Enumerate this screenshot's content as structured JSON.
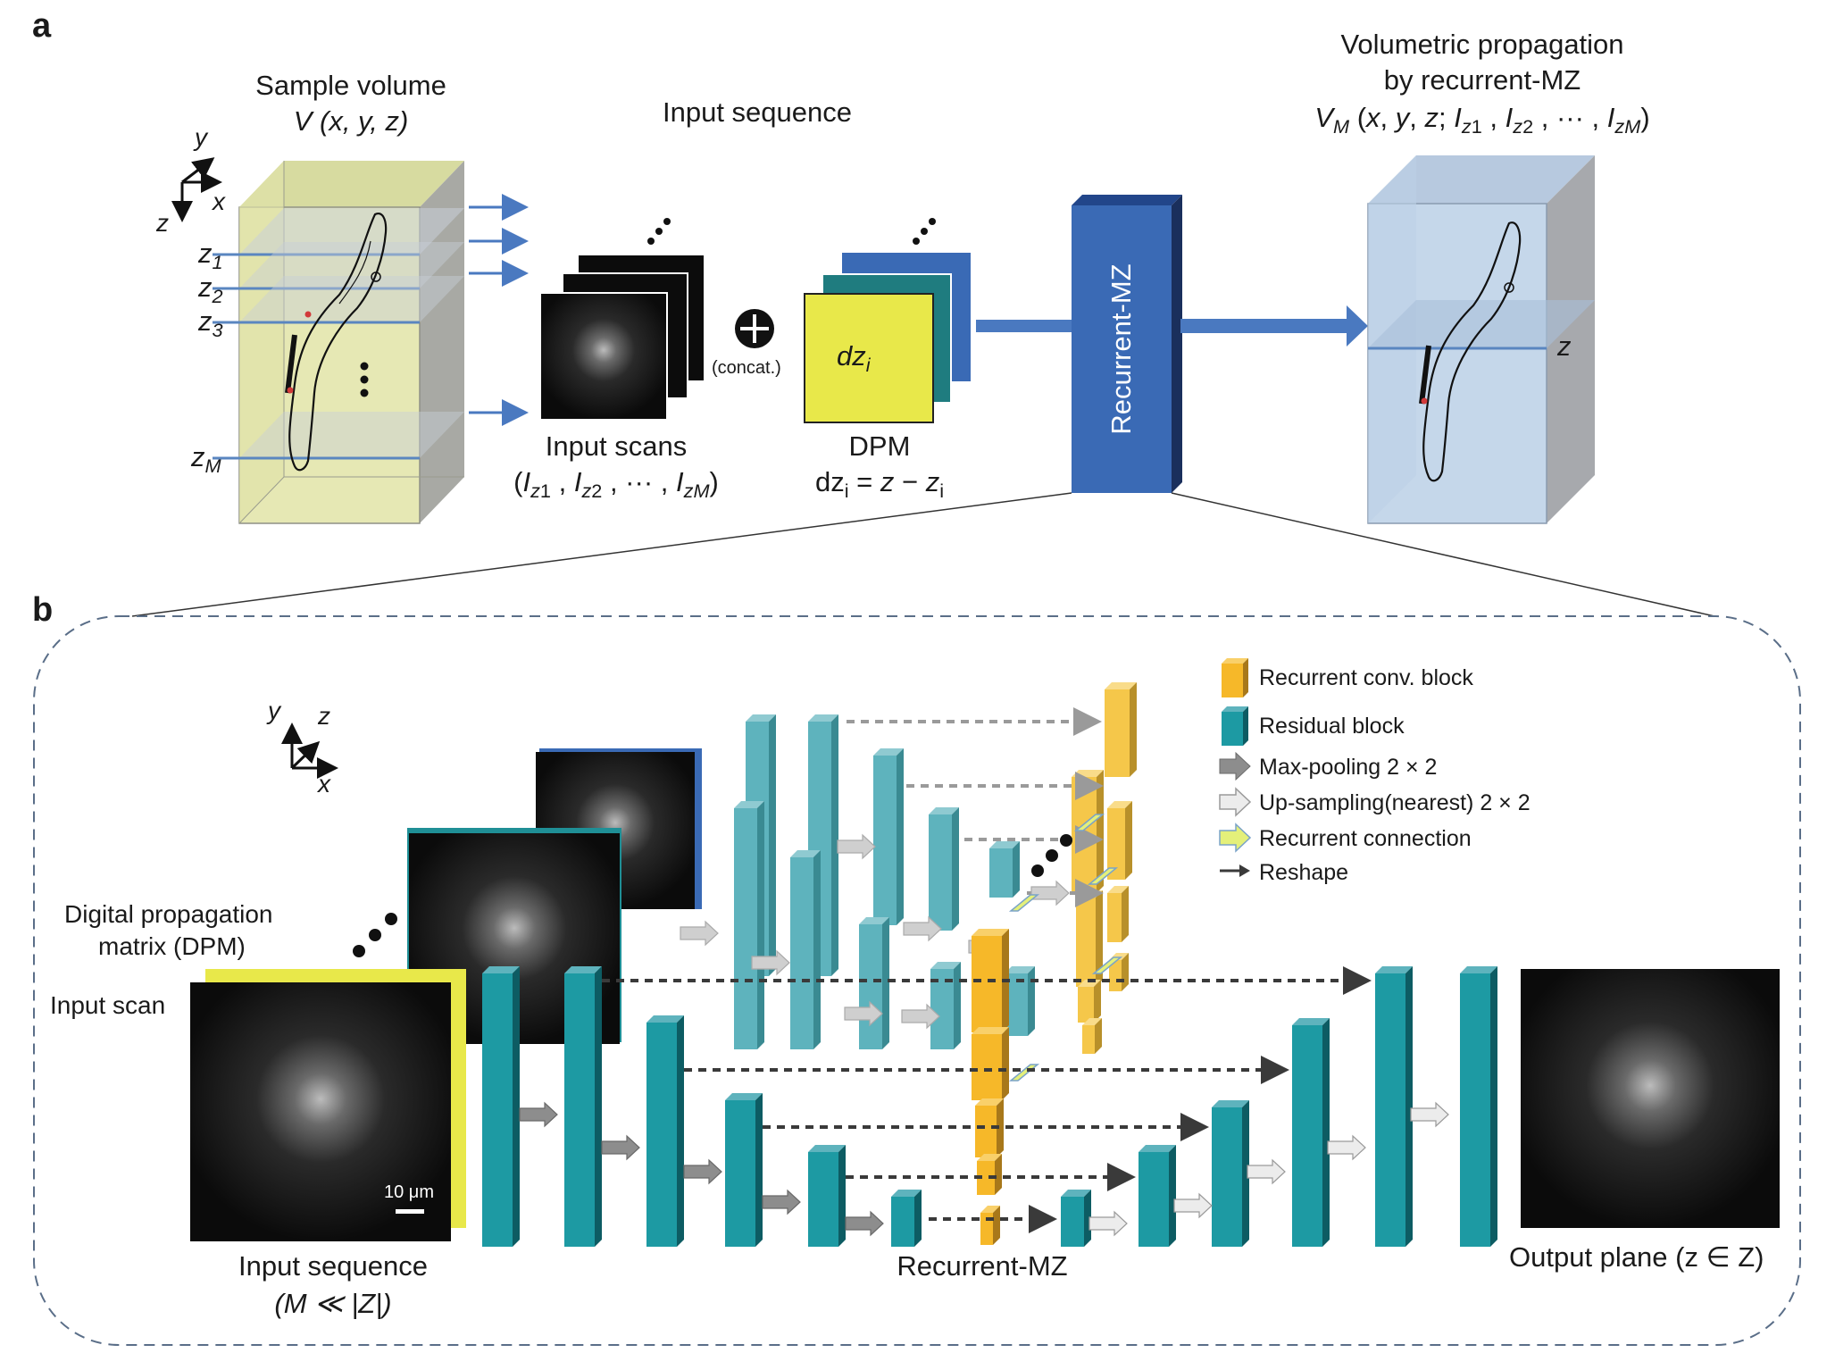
{
  "panels": {
    "a": "a",
    "b": "b"
  },
  "panel_a": {
    "sample_volume_title": "Sample volume",
    "sample_volume_formula": "V (x, y, z)",
    "axis_y": "y",
    "axis_x": "x",
    "axis_z": "z",
    "plane_z1": "z1",
    "plane_z2": "z2",
    "plane_z3": "z3",
    "plane_zM": "zM",
    "input_sequence_title": "Input sequence",
    "concat_label": "(concat.)",
    "input_scans_label": "Input scans",
    "input_scans_formula": "(Iz1 , Iz2 , ··· , IzM)",
    "dpm_tile_text": "dzi",
    "dpm_label": "DPM",
    "dpm_formula": "dzi = z − zi",
    "block_label": "Recurrent-MZ",
    "output_title_line1": "Volumetric propagation",
    "output_title_line2": "by recurrent-MZ",
    "output_formula": "VM (x, y, z; Iz1 , Iz2 , ··· , IzM)",
    "output_plane_label": "z"
  },
  "panel_b": {
    "axis_y": "y",
    "axis_z": "z",
    "axis_x": "x",
    "dpm_label_line1": "Digital propagation",
    "dpm_label_line2": "matrix (DPM)",
    "input_scan_label": "Input scan",
    "scale_bar": "10 μm",
    "input_sequence_line1": "Input sequence",
    "input_sequence_line2": "(M ≪ |Z|)",
    "network_label": "Recurrent-MZ",
    "output_label": "Output plane (z ∈ Z)"
  },
  "legend": [
    {
      "label": "Recurrent conv. block",
      "icon": "recurrent-conv-block-icon"
    },
    {
      "label": "Residual block",
      "icon": "residual-block-icon"
    },
    {
      "label": "Max-pooling 2 × 2",
      "icon": "max-pooling-arrow-icon"
    },
    {
      "label": "Up-sampling(nearest) 2 × 2",
      "icon": "upsampling-arrow-icon"
    },
    {
      "label": "Recurrent connection",
      "icon": "recurrent-connection-icon"
    },
    {
      "label": "Reshape",
      "icon": "reshape-arrow-icon"
    }
  ],
  "colors": {
    "teal": "#1d9aa3",
    "teal_light": "#5eb3bd",
    "gold": "#f6b829",
    "gold_light": "#f9d06a",
    "blue_block": "#3a6ab5",
    "yellow_dpm": "#e8e84a",
    "volume_yellow": "#e6e8b4",
    "volume_blue": "#c5d7ea",
    "arrow_blue": "#4a79c0",
    "dashed_border": "#5a6e88"
  }
}
